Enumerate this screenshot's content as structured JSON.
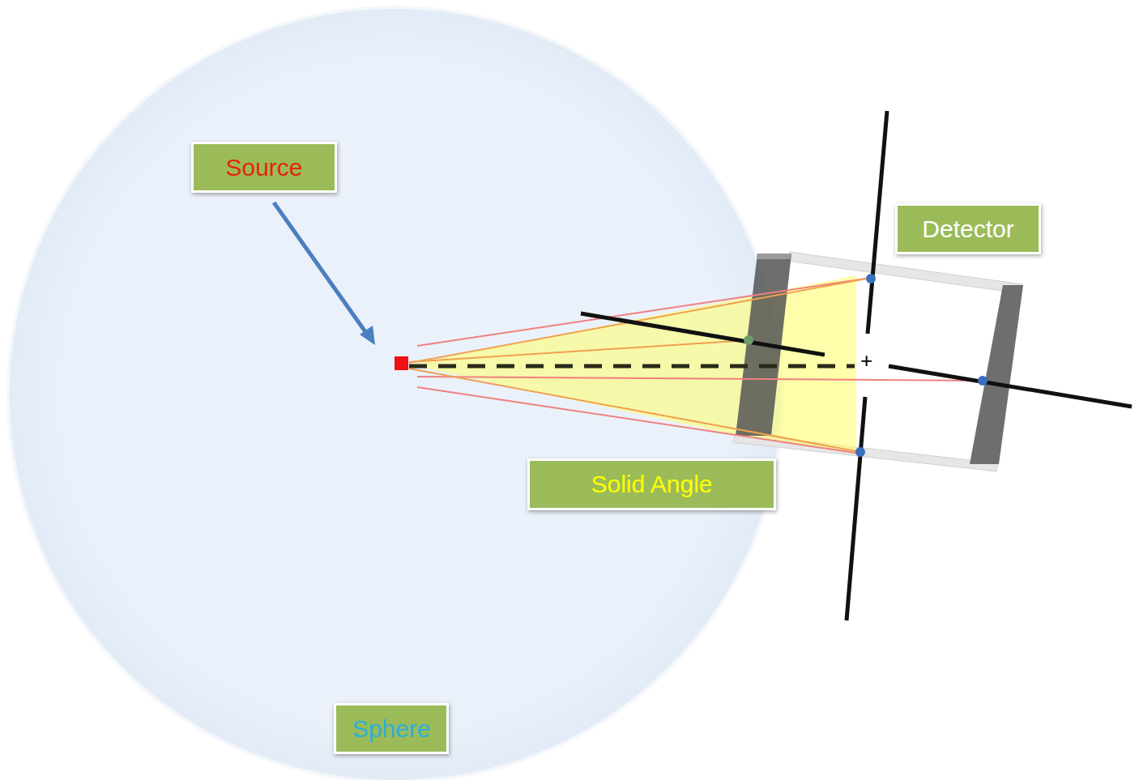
{
  "diagram": {
    "nodes": [
      {
        "text": [
          "Source"
        ]
      },
      {
        "text": [
          "Detector"
        ]
      },
      {
        "text": [
          "Solid Angle"
        ]
      },
      {
        "text": [
          "Sphere"
        ]
      }
    ],
    "labels": [
      "+"
    ]
  }
}
